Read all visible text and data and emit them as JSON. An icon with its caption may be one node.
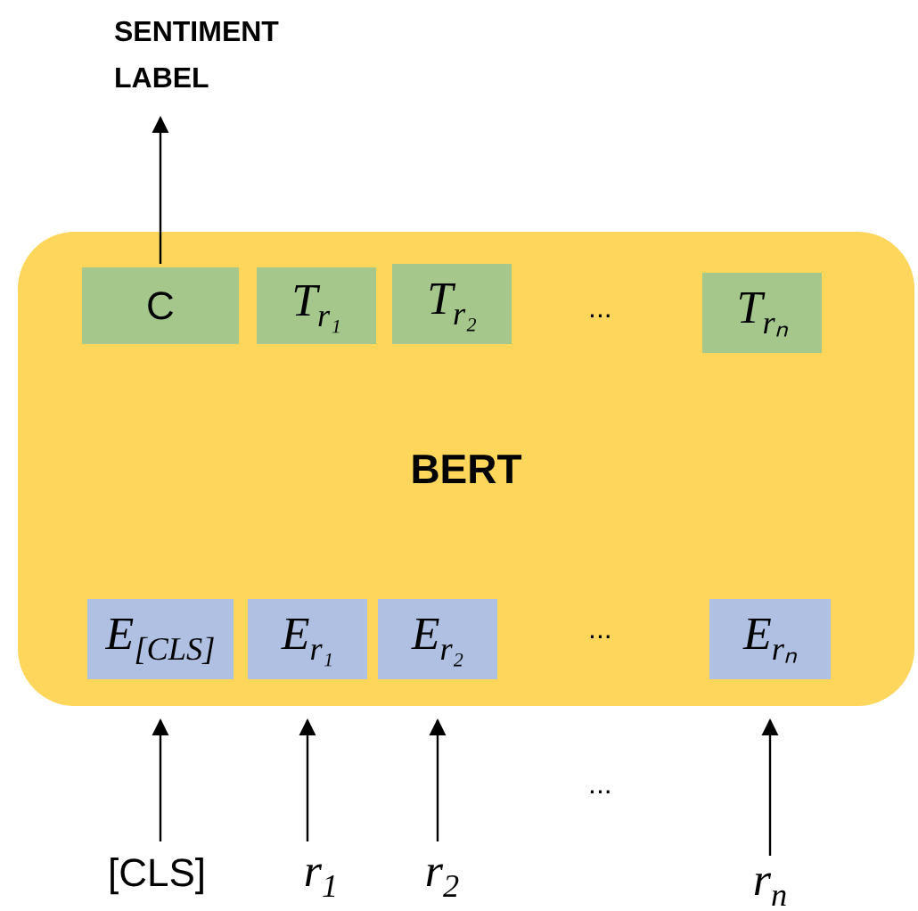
{
  "diagram": {
    "nodes": [
      {
        "text": [
          "SENTIMENT LABEL"
        ]
      },
      {
        "text": [
          "BERT"
        ]
      },
      {
        "text": [
          "C"
        ],
        "in": 1
      },
      {
        "text": [
          "T$_{r₁}$"
        ],
        "in": 1
      },
      {
        "text": [
          "T$_{r₂}$"
        ],
        "in": 1
      },
      {
        "text": [
          "T$_{rₙ}$"
        ],
        "in": 1
      },
      {
        "text": [
          "E$_{[CLS]}$"
        ],
        "in": 1
      },
      {
        "text": [
          "E$_{r₁}$"
        ],
        "in": 1
      },
      {
        "text": [
          "E$_{r₂}$"
        ],
        "in": 1
      },
      {
        "text": [
          "E$_{rₙ}$"
        ],
        "in": 1
      },
      {
        "text": [
          "[CLS]"
        ]
      },
      {
        "text": [
          "r$_{1}$"
        ]
      },
      {
        "text": [
          "r$_{2}$"
        ]
      },
      {
        "text": [
          "r$_{n}$"
        ]
      }
    ],
    "edges": [
      {
        "from": 2,
        "to": 0,
        "arrow": "to"
      },
      {
        "from": 10,
        "to": 6,
        "arrow": "to"
      },
      {
        "from": 11,
        "to": 7,
        "arrow": "to"
      },
      {
        "from": 12,
        "to": 8,
        "arrow": "to"
      },
      {
        "from": 13,
        "to": 9,
        "arrow": "to"
      }
    ],
    "labels": [
      "...",
      "...",
      "..."
    ]
  }
}
